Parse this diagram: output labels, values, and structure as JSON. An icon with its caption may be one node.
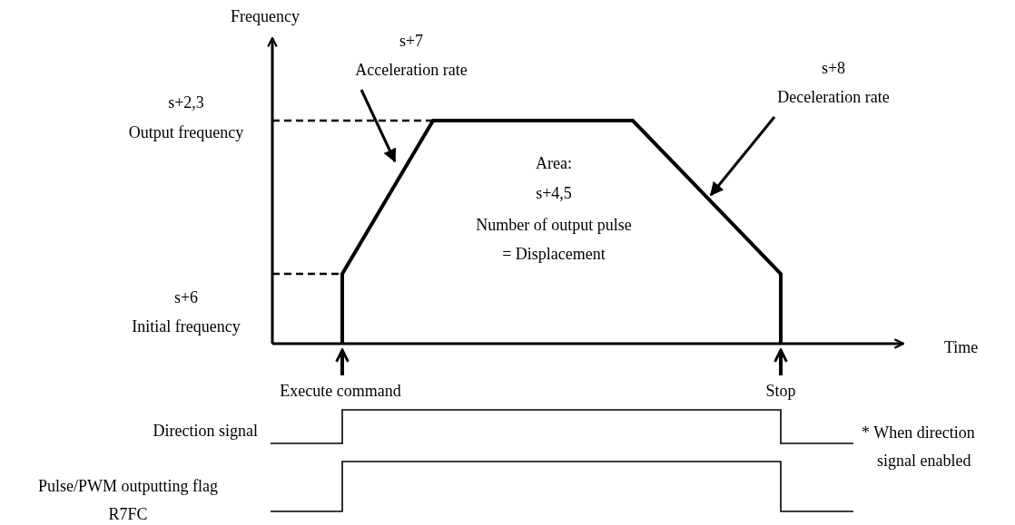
{
  "diagram": {
    "nodes": [
      {
        "text": [
          "s+7",
          "Acceleration rate"
        ]
      },
      {
        "text": [
          "s+8",
          "Deceleration rate"
        ]
      },
      {
        "text": [
          "Execute command"
        ]
      },
      {
        "text": [
          "Stop"
        ]
      }
    ],
    "edges": [
      {
        "from": 0,
        "to": null,
        "arrow": "to"
      },
      {
        "from": 1,
        "to": null,
        "arrow": "to"
      },
      {
        "from": 2,
        "to": null,
        "arrow": "to"
      },
      {
        "from": 3,
        "to": null,
        "arrow": "to"
      }
    ],
    "labels": [
      "Frequency",
      "s+2,3",
      "Output frequency",
      "s+6",
      "Initial frequency",
      "Area:",
      "s+4,5",
      "Number of output pulse",
      "= Displacement",
      "Time",
      "Direction signal",
      "* When direction signal enabled",
      "Pulse/PWM outputting flag",
      "R7FC"
    ]
  }
}
